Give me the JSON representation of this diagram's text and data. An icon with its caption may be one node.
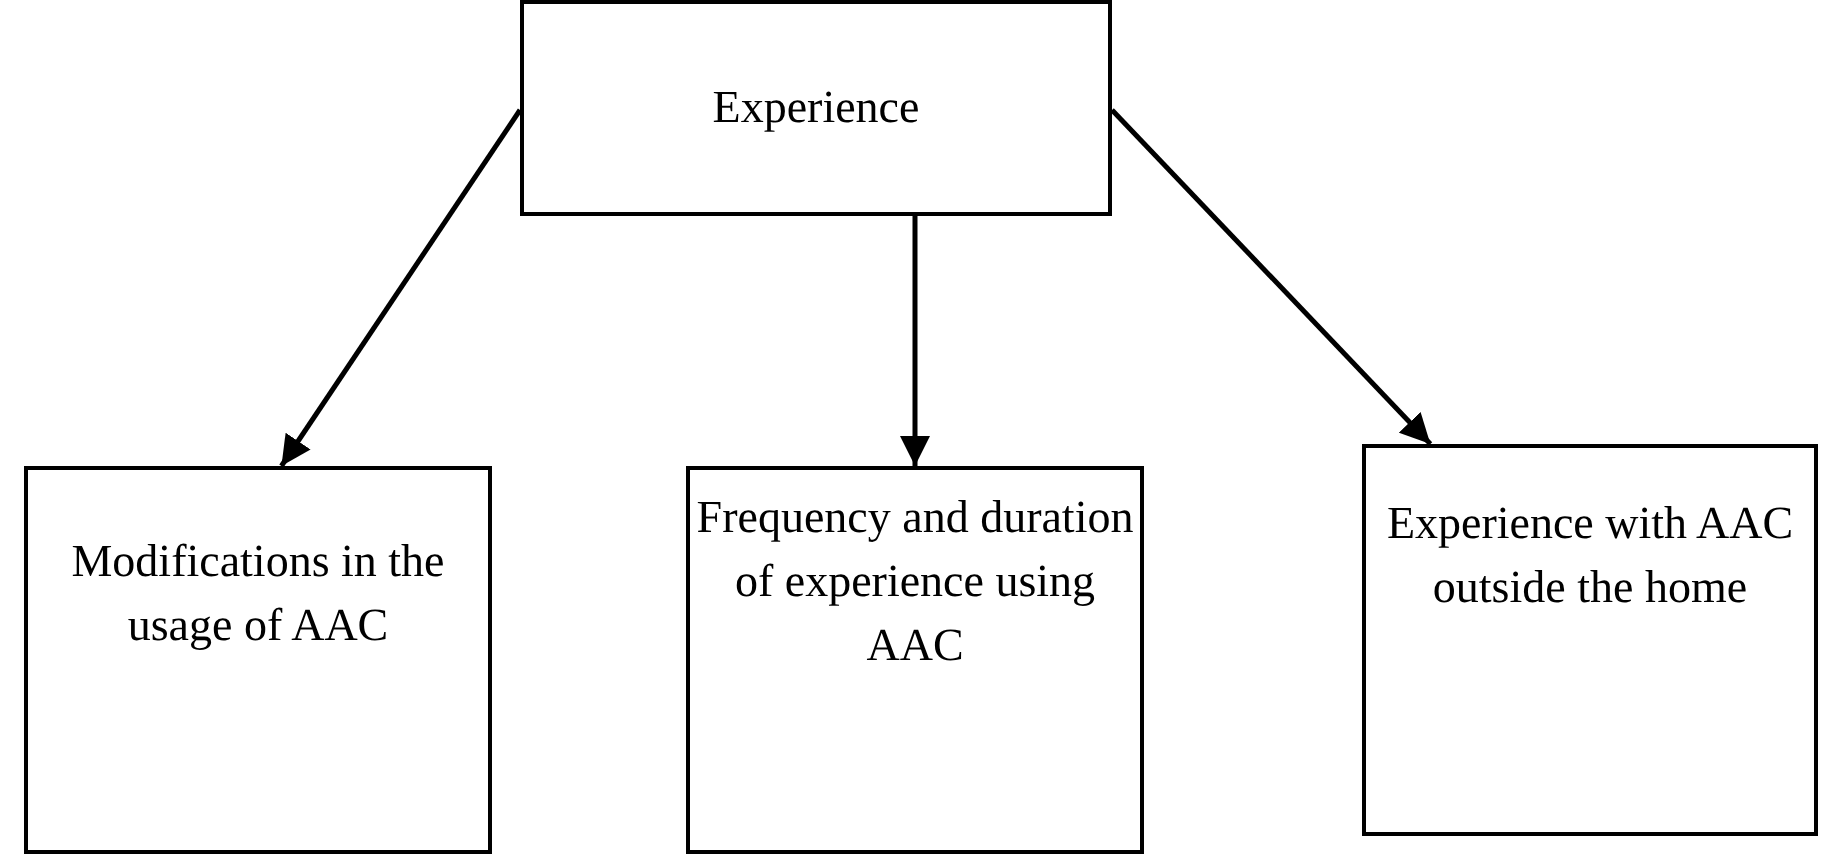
{
  "diagram": {
    "nodes": [
      {
        "text": [
          "Experience"
        ]
      },
      {
        "text": [
          "Modifications in the usage of AAC"
        ]
      },
      {
        "text": [
          "Frequency and duration of experience using AAC"
        ]
      },
      {
        "text": [
          "Experience with AAC outside the home"
        ]
      }
    ],
    "edges": [
      {
        "from": 0,
        "to": 1,
        "arrow": "to"
      },
      {
        "from": 0,
        "to": 2,
        "arrow": "to"
      },
      {
        "from": 0,
        "to": 3,
        "arrow": "to"
      }
    ]
  }
}
